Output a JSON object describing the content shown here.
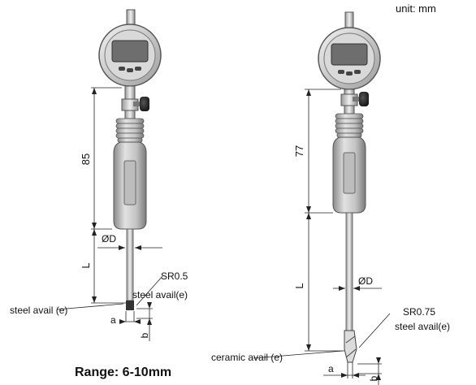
{
  "unit_note": "unit: mm",
  "left_gauge": {
    "dim_length": "85",
    "dim_L": "L",
    "dim_diameter": "ØD",
    "contact_radius": "SR0.5",
    "contact_material_right": "steel avail(e)",
    "contact_material_left": "steel avail (e)",
    "dim_a": "a",
    "dim_b": "b",
    "range": "Range: 6-10mm"
  },
  "right_gauge": {
    "dim_length": "77",
    "dim_L": "L",
    "dim_diameter": "ØD",
    "contact_radius": "SR0.75",
    "contact_material_right": "steel avail(e)",
    "contact_material_left": "ceramic avail (e)",
    "dim_a": "a",
    "dim_b": "b"
  }
}
